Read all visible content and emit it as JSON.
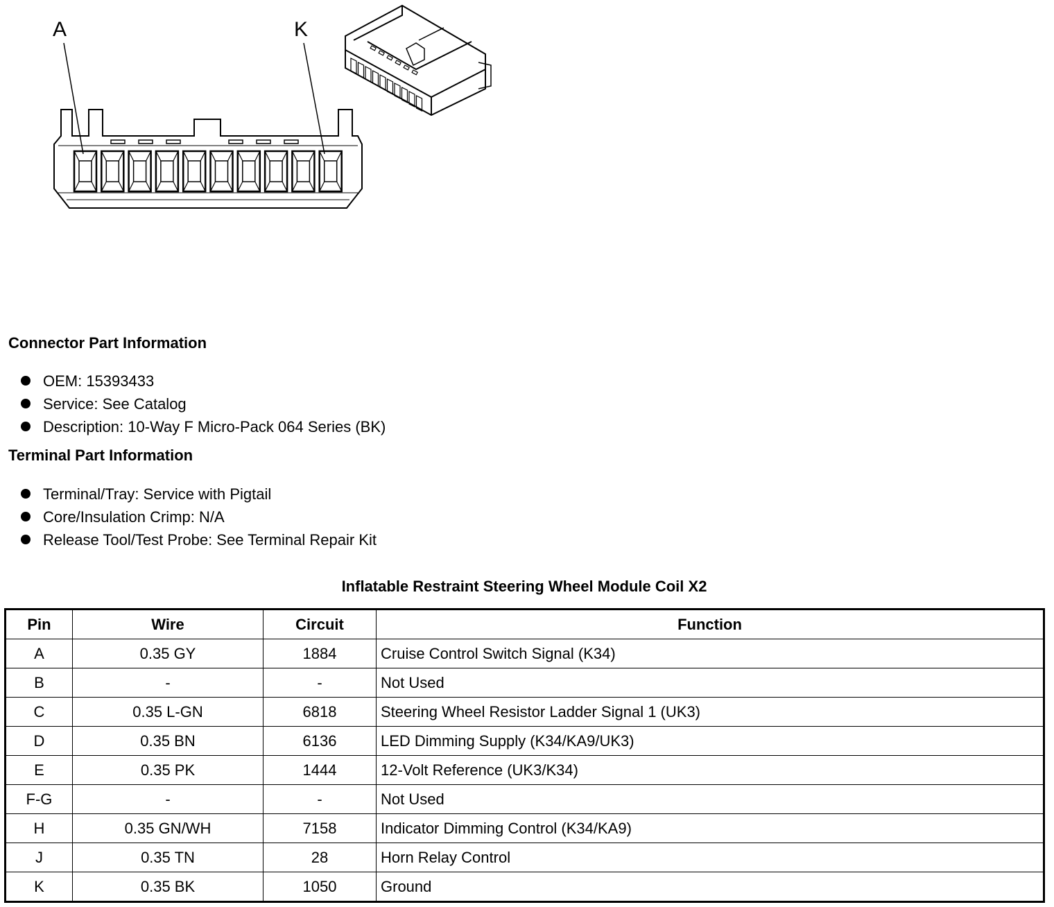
{
  "diagram": {
    "label_a": "A",
    "label_k": "K"
  },
  "connector_info": {
    "heading": "Connector Part Information",
    "items": [
      "OEM: 15393433",
      "Service: See Catalog",
      "Description: 10-Way F Micro-Pack 064 Series (BK)"
    ]
  },
  "terminal_info": {
    "heading": "Terminal Part Information",
    "items": [
      "Terminal/Tray: Service with Pigtail",
      "Core/Insulation Crimp: N/A",
      "Release Tool/Test Probe: See Terminal Repair Kit"
    ]
  },
  "table": {
    "title": "Inflatable Restraint Steering Wheel Module Coil X2",
    "headers": [
      "Pin",
      "Wire",
      "Circuit",
      "Function"
    ],
    "rows": [
      [
        "A",
        "0.35 GY",
        "1884",
        "Cruise Control Switch Signal (K34)"
      ],
      [
        "B",
        "-",
        "-",
        "Not Used"
      ],
      [
        "C",
        "0.35 L-GN",
        "6818",
        "Steering Wheel Resistor Ladder Signal 1 (UK3)"
      ],
      [
        "D",
        "0.35 BN",
        "6136",
        "LED Dimming Supply (K34/KA9/UK3)"
      ],
      [
        "E",
        "0.35 PK",
        "1444",
        "12-Volt Reference (UK3/K34)"
      ],
      [
        "F-G",
        "-",
        "-",
        "Not Used"
      ],
      [
        "H",
        "0.35 GN/WH",
        "7158",
        "Indicator Dimming Control (K34/KA9)"
      ],
      [
        "J",
        "0.35 TN",
        "28",
        "Horn Relay Control"
      ],
      [
        "K",
        "0.35 BK",
        "1050",
        "Ground"
      ]
    ]
  }
}
